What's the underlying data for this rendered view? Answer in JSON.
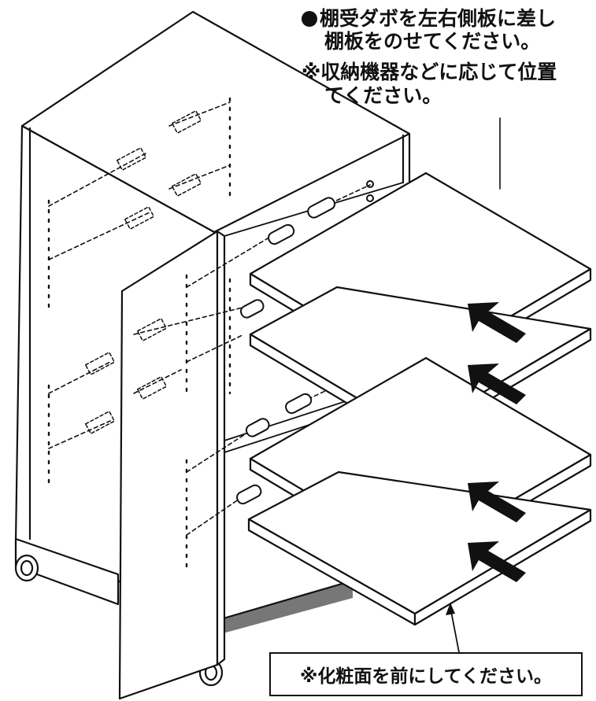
{
  "instructions": {
    "line1": "棚受ダボを左右側板に差し",
    "line2": "棚板をのせてください。",
    "line3": "※収納機器などに応じて位置",
    "line4": "てください。"
  },
  "callout": {
    "text": "※化粧面を前にしてください。"
  },
  "colors": {
    "ink": "#111111",
    "paper": "#ffffff"
  }
}
